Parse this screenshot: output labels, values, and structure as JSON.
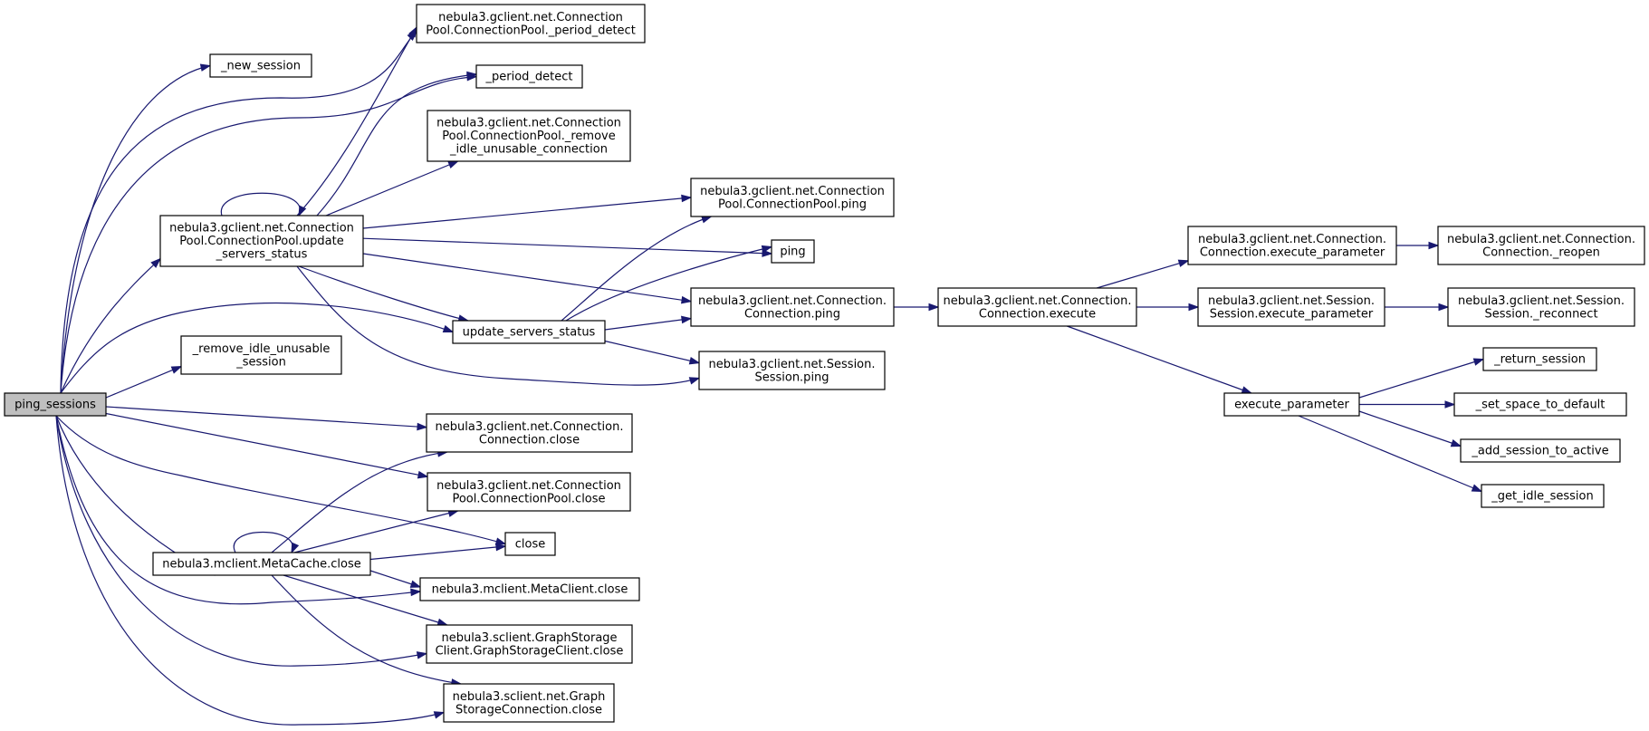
{
  "diagram": {
    "type": "call-graph",
    "colors": {
      "edge": "#191970",
      "node_border": "#000000",
      "node_fill": "#ffffff",
      "root_fill": "#bfbfbf"
    },
    "nodes": [
      {
        "id": "ping_sessions",
        "lines": [
          "ping_sessions"
        ],
        "root": true
      },
      {
        "id": "new_session",
        "lines": [
          "_new_session"
        ]
      },
      {
        "id": "cp_period_detect",
        "lines": [
          "nebula3.gclient.net.Connection",
          "Pool.ConnectionPool._period_detect"
        ]
      },
      {
        "id": "period_detect",
        "lines": [
          "_period_detect"
        ]
      },
      {
        "id": "cp_remove_idle",
        "lines": [
          "nebula3.gclient.net.Connection",
          "Pool.ConnectionPool._remove",
          "_idle_unusable_connection"
        ]
      },
      {
        "id": "cp_update_status",
        "lines": [
          "nebula3.gclient.net.Connection",
          "Pool.ConnectionPool.update",
          "_servers_status"
        ]
      },
      {
        "id": "cp_ping",
        "lines": [
          "nebula3.gclient.net.Connection",
          "Pool.ConnectionPool.ping"
        ]
      },
      {
        "id": "ping",
        "lines": [
          "ping"
        ]
      },
      {
        "id": "update_servers_status",
        "lines": [
          "update_servers_status"
        ]
      },
      {
        "id": "conn_ping",
        "lines": [
          "nebula3.gclient.net.Connection.",
          "Connection.ping"
        ]
      },
      {
        "id": "session_ping",
        "lines": [
          "nebula3.gclient.net.Session.",
          "Session.ping"
        ]
      },
      {
        "id": "remove_idle_session",
        "lines": [
          "_remove_idle_unusable",
          "_session"
        ]
      },
      {
        "id": "conn_close",
        "lines": [
          "nebula3.gclient.net.Connection.",
          "Connection.close"
        ]
      },
      {
        "id": "cp_close",
        "lines": [
          "nebula3.gclient.net.Connection",
          "Pool.ConnectionPool.close"
        ]
      },
      {
        "id": "close",
        "lines": [
          "close"
        ]
      },
      {
        "id": "metacache_close",
        "lines": [
          "nebula3.mclient.MetaCache.close"
        ]
      },
      {
        "id": "metaclient_close",
        "lines": [
          "nebula3.mclient.MetaClient.close"
        ]
      },
      {
        "id": "gs_client_close",
        "lines": [
          "nebula3.sclient.GraphStorage",
          "Client.GraphStorageClient.close"
        ]
      },
      {
        "id": "gs_conn_close",
        "lines": [
          "nebula3.sclient.net.Graph",
          "StorageConnection.close"
        ]
      },
      {
        "id": "conn_execute",
        "lines": [
          "nebula3.gclient.net.Connection.",
          "Connection.execute"
        ]
      },
      {
        "id": "conn_execute_param",
        "lines": [
          "nebula3.gclient.net.Connection.",
          "Connection.execute_parameter"
        ]
      },
      {
        "id": "session_execute_param",
        "lines": [
          "nebula3.gclient.net.Session.",
          "Session.execute_parameter"
        ]
      },
      {
        "id": "execute_parameter",
        "lines": [
          "execute_parameter"
        ]
      },
      {
        "id": "conn_reopen",
        "lines": [
          "nebula3.gclient.net.Connection.",
          "Connection._reopen"
        ]
      },
      {
        "id": "session_reconnect",
        "lines": [
          "nebula3.gclient.net.Session.",
          "Session._reconnect"
        ]
      },
      {
        "id": "return_session",
        "lines": [
          "_return_session"
        ]
      },
      {
        "id": "set_space_default",
        "lines": [
          "_set_space_to_default"
        ]
      },
      {
        "id": "add_session_active",
        "lines": [
          "_add_session_to_active"
        ]
      },
      {
        "id": "get_idle_session",
        "lines": [
          "_get_idle_session"
        ]
      }
    ],
    "edges": [
      [
        "ping_sessions",
        "new_session"
      ],
      [
        "ping_sessions",
        "cp_period_detect"
      ],
      [
        "ping_sessions",
        "period_detect"
      ],
      [
        "ping_sessions",
        "cp_update_status"
      ],
      [
        "ping_sessions",
        "update_servers_status"
      ],
      [
        "ping_sessions",
        "remove_idle_session"
      ],
      [
        "ping_sessions",
        "conn_close"
      ],
      [
        "ping_sessions",
        "cp_close"
      ],
      [
        "ping_sessions",
        "close"
      ],
      [
        "ping_sessions",
        "metacache_close"
      ],
      [
        "ping_sessions",
        "metaclient_close"
      ],
      [
        "ping_sessions",
        "gs_client_close"
      ],
      [
        "ping_sessions",
        "gs_conn_close"
      ],
      [
        "cp_update_status",
        "cp_update_status"
      ],
      [
        "cp_update_status",
        "cp_period_detect"
      ],
      [
        "cp_update_status",
        "period_detect"
      ],
      [
        "cp_update_status",
        "cp_remove_idle"
      ],
      [
        "cp_update_status",
        "cp_ping"
      ],
      [
        "cp_update_status",
        "ping"
      ],
      [
        "cp_update_status",
        "update_servers_status"
      ],
      [
        "cp_update_status",
        "conn_ping"
      ],
      [
        "cp_update_status",
        "session_ping"
      ],
      [
        "update_servers_status",
        "cp_ping"
      ],
      [
        "update_servers_status",
        "ping"
      ],
      [
        "update_servers_status",
        "conn_ping"
      ],
      [
        "update_servers_status",
        "session_ping"
      ],
      [
        "conn_ping",
        "conn_execute"
      ],
      [
        "conn_execute",
        "conn_execute_param"
      ],
      [
        "conn_execute",
        "session_execute_param"
      ],
      [
        "conn_execute",
        "execute_parameter"
      ],
      [
        "conn_execute_param",
        "conn_reopen"
      ],
      [
        "session_execute_param",
        "session_reconnect"
      ],
      [
        "execute_parameter",
        "return_session"
      ],
      [
        "execute_parameter",
        "set_space_default"
      ],
      [
        "execute_parameter",
        "add_session_active"
      ],
      [
        "execute_parameter",
        "get_idle_session"
      ],
      [
        "metacache_close",
        "metacache_close"
      ],
      [
        "metacache_close",
        "conn_close"
      ],
      [
        "metacache_close",
        "cp_close"
      ],
      [
        "metacache_close",
        "close"
      ],
      [
        "metacache_close",
        "metaclient_close"
      ],
      [
        "metacache_close",
        "gs_client_close"
      ],
      [
        "metacache_close",
        "gs_conn_close"
      ]
    ]
  }
}
